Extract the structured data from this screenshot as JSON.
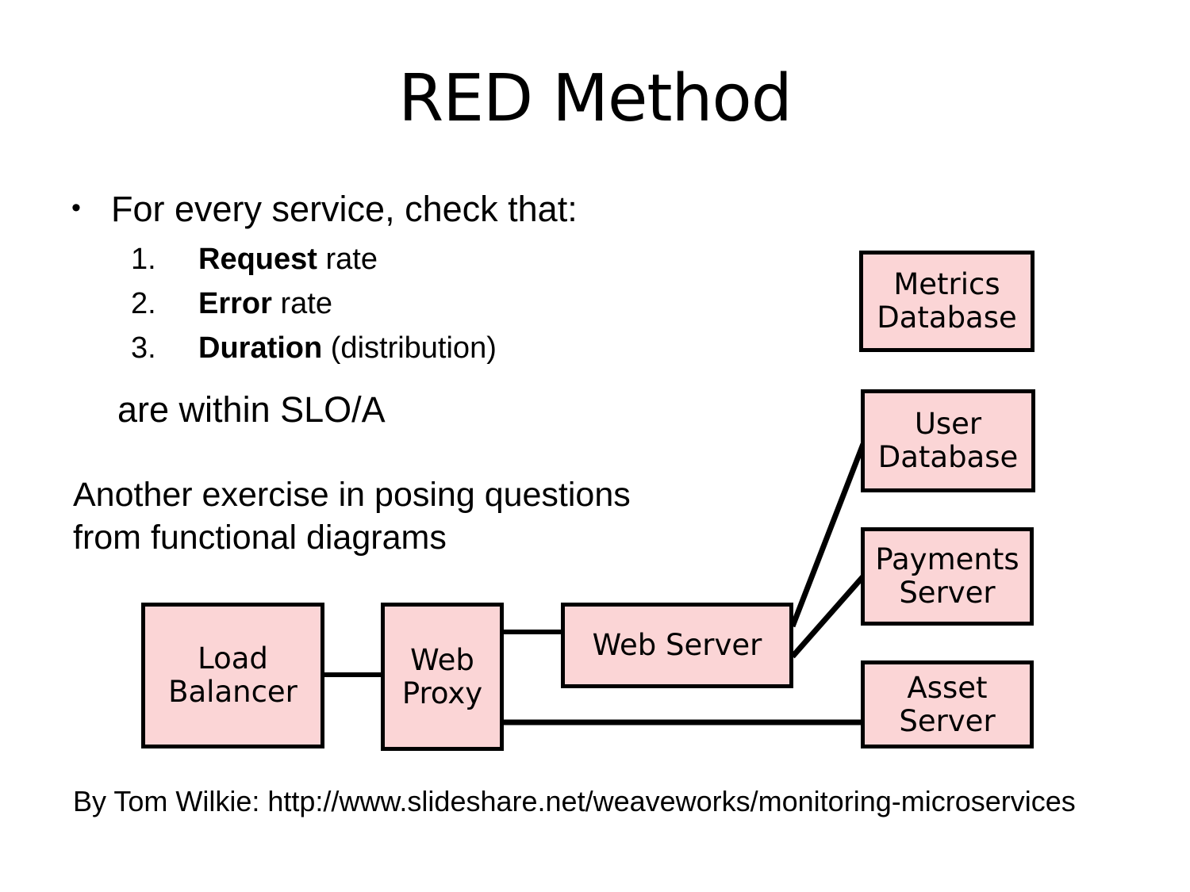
{
  "slide": {
    "title": "RED Method",
    "bullet": {
      "marker": "•",
      "lead": "For every service, check that:",
      "items": [
        {
          "num": "1.",
          "strong": "Request",
          "rest": " rate"
        },
        {
          "num": "2.",
          "strong": "Error",
          "rest": " rate"
        },
        {
          "num": "3.",
          "strong": "Duration",
          "rest": " (distribution)"
        }
      ],
      "closing": "are within SLO/A"
    },
    "paragraph": {
      "line1": "Another exercise in posing questions",
      "line2": "from functional diagrams"
    },
    "credit": "By Tom Wilkie: http://www.slideshare.net/weaveworks/monitoring-microservices"
  },
  "diagram": {
    "fill_color": "#fbd5d6",
    "stroke_color": "#000000",
    "nodes": [
      {
        "id": "metrics-database",
        "label": "Metrics\nDatabase"
      },
      {
        "id": "user-database",
        "label": "User\nDatabase"
      },
      {
        "id": "payments-server",
        "label": "Payments\nServer"
      },
      {
        "id": "asset-server",
        "label": "Asset\nServer"
      },
      {
        "id": "load-balancer",
        "label": "Load\nBalancer"
      },
      {
        "id": "web-proxy",
        "label": "Web\nProxy"
      },
      {
        "id": "web-server",
        "label": "Web Server"
      }
    ],
    "edges": [
      {
        "from": "load-balancer",
        "to": "web-proxy"
      },
      {
        "from": "web-proxy",
        "to": "web-server"
      },
      {
        "from": "web-proxy",
        "to": "asset-server"
      },
      {
        "from": "web-server",
        "to": "user-database"
      },
      {
        "from": "web-server",
        "to": "payments-server"
      }
    ]
  }
}
